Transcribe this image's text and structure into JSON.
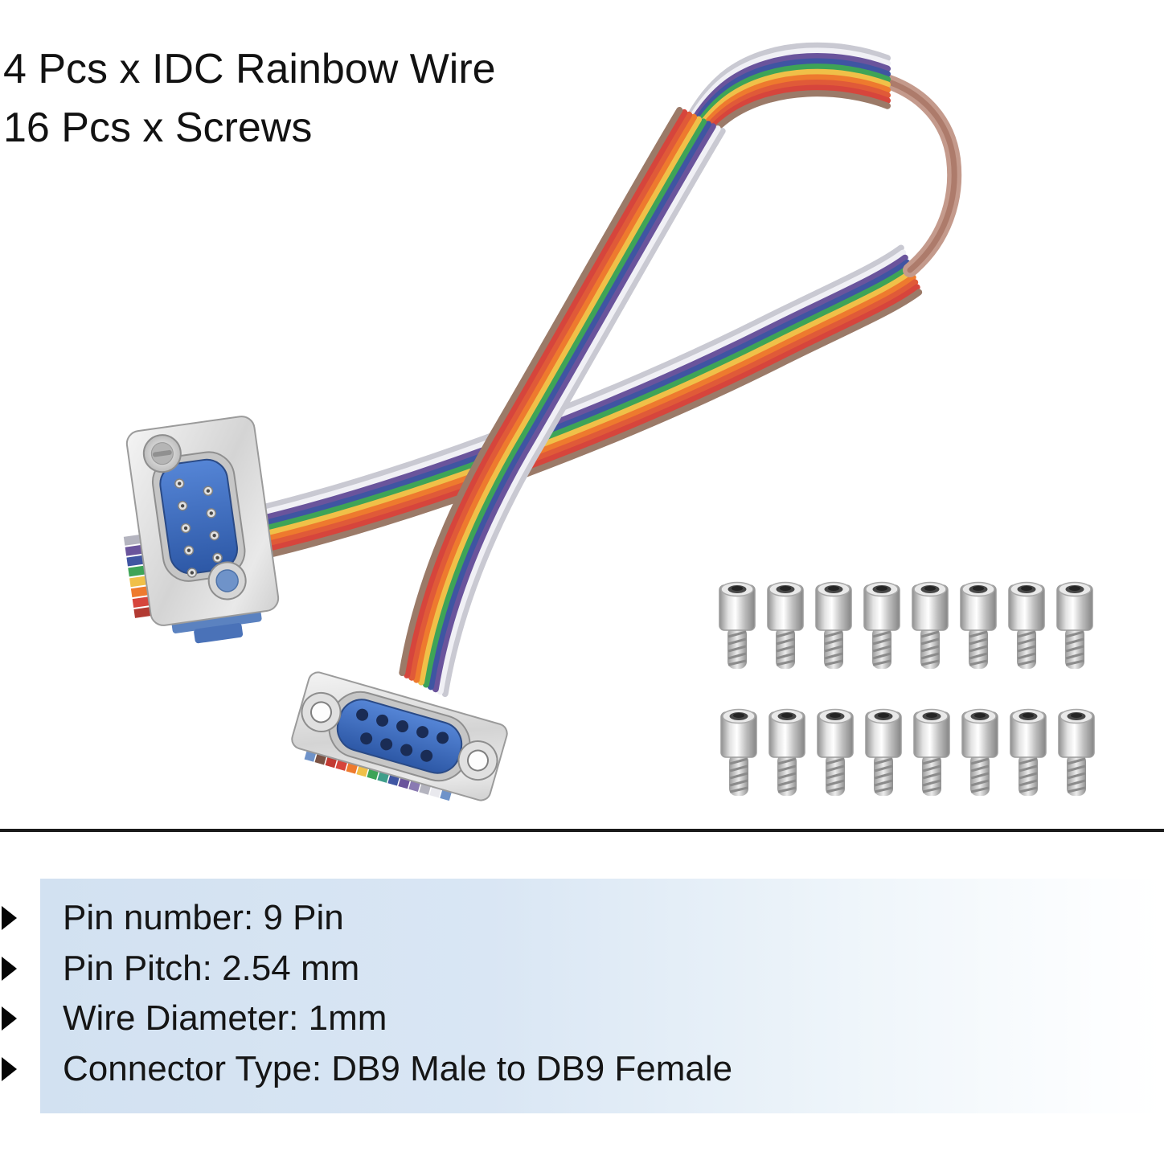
{
  "header": {
    "line1": "4 Pcs x IDC Rainbow Wire",
    "line2": "16 Pcs x Screws"
  },
  "specs": {
    "items": [
      "Pin number: 9 Pin",
      "Pin Pitch: 2.54 mm",
      "Wire Diameter: 1mm",
      "Connector Type: DB9 Male to DB9 Female"
    ]
  },
  "product": {
    "ribbon": {
      "description": "IDC rainbow ribbon cable loop",
      "strand_colors": [
        "#c9c9d2",
        "#f0f0f5",
        "#6a549c",
        "#3f55a2",
        "#3ea457",
        "#f0c048",
        "#ee7a2e",
        "#e05a38",
        "#d6453c",
        "#9b7a68"
      ],
      "twist_edge_color": "#c49a8c"
    },
    "connectors": {
      "male_label": "DB9 Male",
      "female_label": "DB9 Female",
      "shell_color": "#d9d9d9",
      "insert_color": "#3a69c0",
      "pin_count": 9
    },
    "screws": {
      "count": 16,
      "rows": 2,
      "per_row": 8,
      "finish_color": "#c8c8c8"
    }
  }
}
